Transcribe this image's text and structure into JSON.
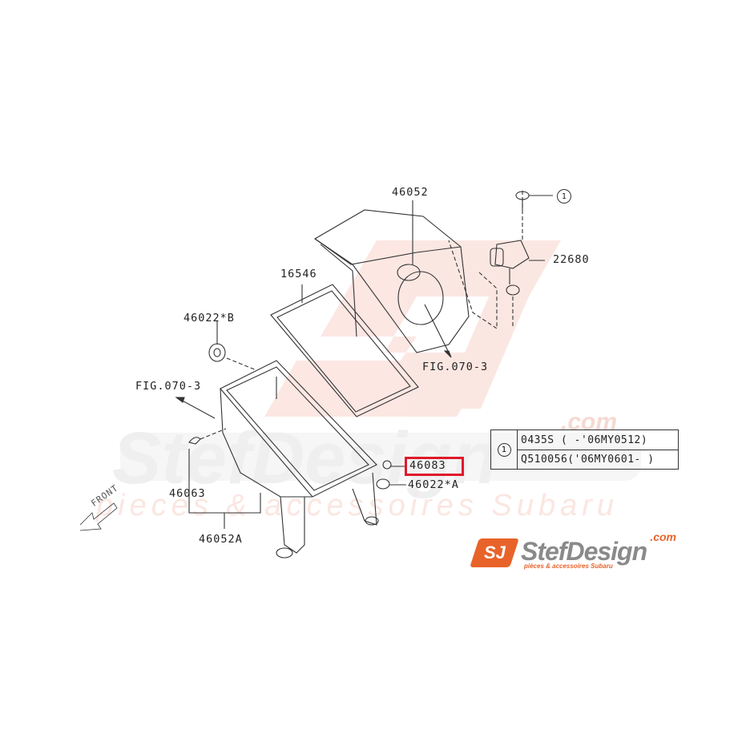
{
  "diagram": {
    "title": "Air cleaner assembly parts diagram",
    "part_labels": [
      {
        "id": "46052",
        "text": "46052"
      },
      {
        "id": "22680",
        "text": "22680"
      },
      {
        "id": "16546",
        "text": "16546"
      },
      {
        "id": "46022B",
        "text": "46022*B"
      },
      {
        "id": "fig-top",
        "text": "FIG.070-3"
      },
      {
        "id": "fig-left",
        "text": "FIG.070-3"
      },
      {
        "id": "46083",
        "text": "46083"
      },
      {
        "id": "46022A",
        "text": "46022*A"
      },
      {
        "id": "46063",
        "text": "46063"
      },
      {
        "id": "46052A",
        "text": "46052A"
      }
    ],
    "callout_ref": "1",
    "front_label": "FRONT",
    "highlighted_part": "46083",
    "highlight_color": "#e0192b"
  },
  "legend": {
    "ref": "1",
    "rows": [
      {
        "text": "0435S   ( -'06MY0512)"
      },
      {
        "text": "Q510056('06MY0601- )"
      }
    ]
  },
  "watermark": {
    "main": "StefDesign",
    "com": ".com",
    "tagline": "pieces & accessoires Subaru",
    "color": "#f3d5cf"
  },
  "logo": {
    "badge": "SJ",
    "name": "StefDesign",
    "com": ".com",
    "tagline": "pièces & accessoires Subaru",
    "brand_color": "#e8632a",
    "text_color": "#8a8a8a"
  }
}
